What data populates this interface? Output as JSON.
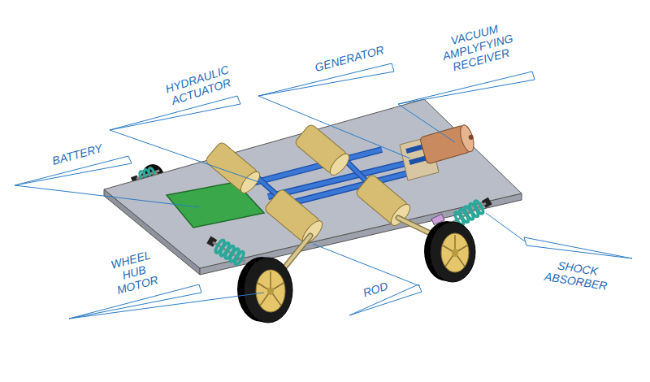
{
  "diagram": {
    "labels": [
      "VACUUM AMPLYFYING RECEIVER",
      "GENERATOR",
      "HYDRAULIC ACTUATOR",
      "BATTERY",
      "SHOCK ABSORBER",
      "WHEEL HUB MOTOR",
      "ROD"
    ]
  }
}
